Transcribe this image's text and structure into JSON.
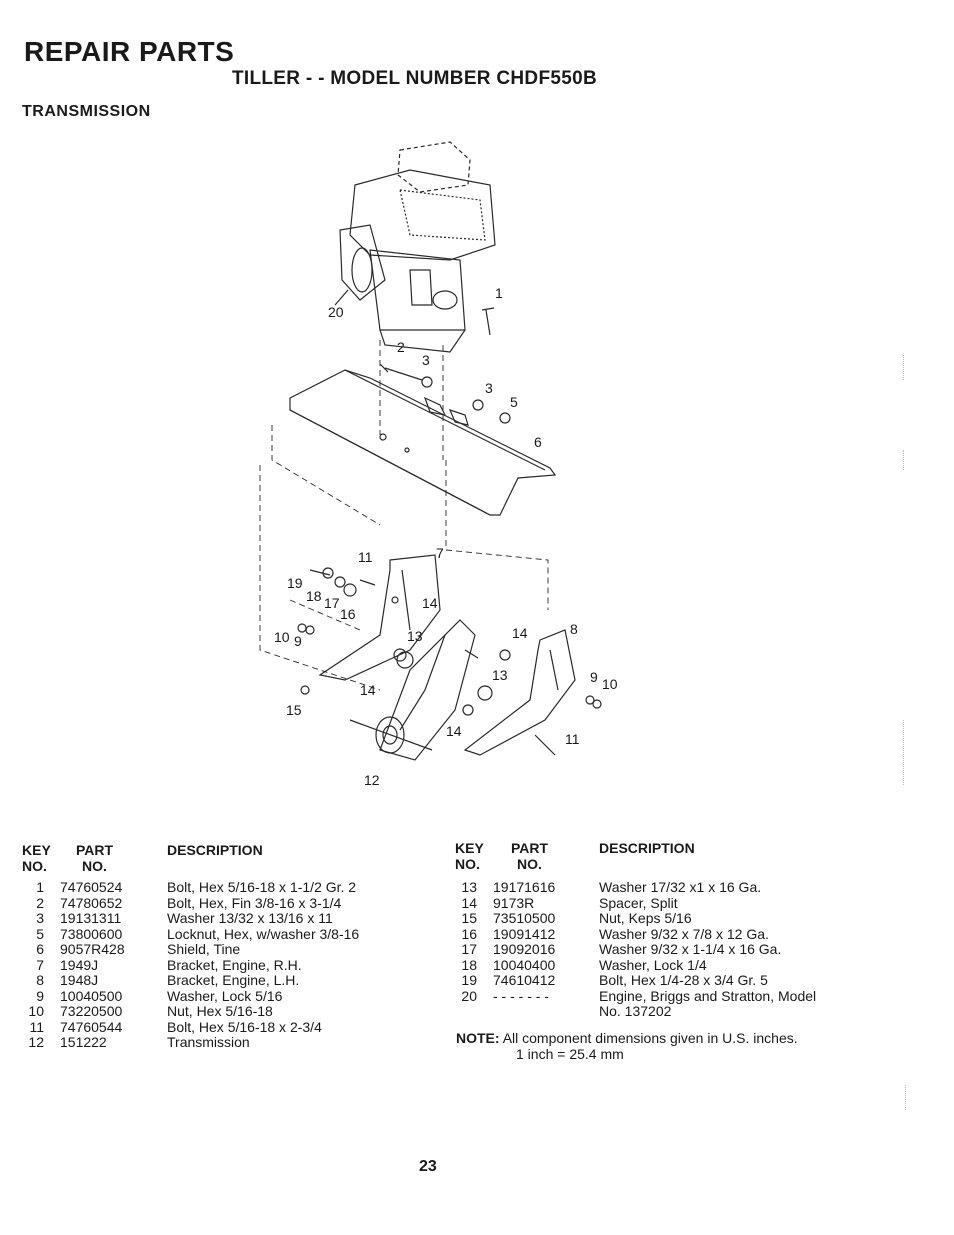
{
  "header": {
    "title": "REPAIR PARTS",
    "model": "TILLER - - MODEL NUMBER CHDF550B",
    "section": "TRANSMISSION"
  },
  "diagram": {
    "callouts": [
      "20",
      "1",
      "2",
      "3",
      "3",
      "5",
      "6",
      "11",
      "7",
      "19",
      "18",
      "17",
      "16",
      "14",
      "10",
      "9",
      "13",
      "14",
      "8",
      "9",
      "10",
      "15",
      "14",
      "13",
      "14",
      "11",
      "12"
    ]
  },
  "table": {
    "headers": {
      "key": "KEY",
      "no": "NO.",
      "part": "PART",
      "part_no": "NO.",
      "description": "DESCRIPTION"
    },
    "left": [
      {
        "key": "1",
        "part": "74760524",
        "description": "Bolt, Hex 5/16-18 x 1-1/2 Gr. 2"
      },
      {
        "key": "2",
        "part": "74780652",
        "description": "Bolt, Hex, Fin 3/8-16 x 3-1/4"
      },
      {
        "key": "3",
        "part": "19131311",
        "description": "Washer 13/32 x 13/16 x 11"
      },
      {
        "key": "5",
        "part": "73800600",
        "description": "Locknut, Hex, w/washer 3/8-16"
      },
      {
        "key": "6",
        "part": "9057R428",
        "description": "Shield, Tine"
      },
      {
        "key": "7",
        "part": "1949J",
        "description": "Bracket, Engine, R.H."
      },
      {
        "key": "8",
        "part": "1948J",
        "description": "Bracket, Engine, L.H."
      },
      {
        "key": "9",
        "part": "10040500",
        "description": "Washer, Lock 5/16"
      },
      {
        "key": "10",
        "part": "73220500",
        "description": "Nut, Hex 5/16-18"
      },
      {
        "key": "11",
        "part": "74760544",
        "description": "Bolt, Hex 5/16-18 x 2-3/4"
      },
      {
        "key": "12",
        "part": "151222",
        "description": "Transmission"
      }
    ],
    "right": [
      {
        "key": "13",
        "part": "19171616",
        "description": "Washer 17/32 x1 x 16 Ga."
      },
      {
        "key": "14",
        "part": "9173R",
        "description": "Spacer, Split"
      },
      {
        "key": "15",
        "part": "73510500",
        "description": "Nut, Keps 5/16"
      },
      {
        "key": "16",
        "part": "19091412",
        "description": "Washer 9/32 x 7/8 x 12 Ga."
      },
      {
        "key": "17",
        "part": "19092016",
        "description": "Washer 9/32 x 1-1/4 x 16 Ga."
      },
      {
        "key": "18",
        "part": "10040400",
        "description": "Washer, Lock 1/4"
      },
      {
        "key": "19",
        "part": "74610412",
        "description": "Bolt, Hex 1/4-28 x 3/4 Gr. 5"
      },
      {
        "key": "20",
        "part": "- - - - - - -",
        "description": "Engine, Briggs and Stratton, Model",
        "description2": "No. 137202"
      }
    ]
  },
  "note": {
    "label": "NOTE:",
    "text": "All component dimensions given in U.S. inches.",
    "text2": "1 inch = 25.4 mm"
  },
  "page_number": "23"
}
